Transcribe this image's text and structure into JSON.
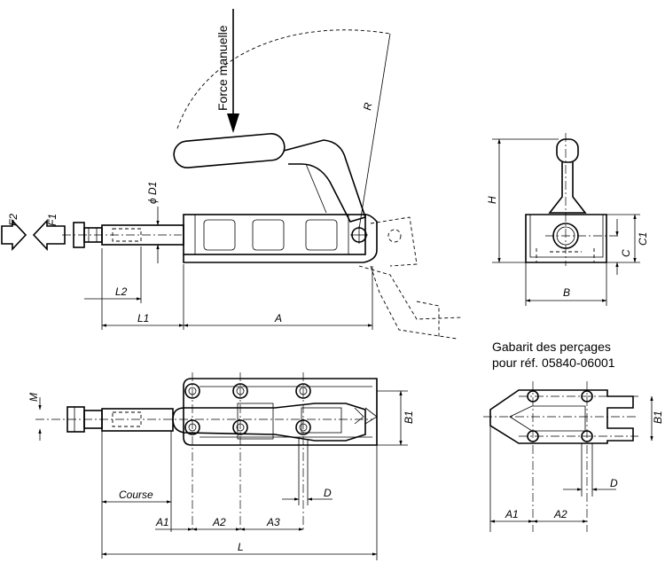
{
  "labels": {
    "force": "Force manuelle",
    "R": "R",
    "phiD1": "ϕ D1",
    "F2": "F2",
    "F1": "F1",
    "L2": "L2",
    "L1": "L1",
    "A": "A",
    "H": "H",
    "C": "C",
    "C1": "C1",
    "B": "B",
    "M": "M",
    "B1_main": "B1",
    "course": "Course",
    "D_main": "D",
    "A1_main": "A1",
    "A2_main": "A2",
    "A3": "A3",
    "L": "L",
    "drill_note_1": "Gabarit des perçages",
    "drill_note_2": "pour réf. 05840-06001",
    "B1_drill": "B1",
    "D_drill": "D",
    "A1_drill": "A1",
    "A2_drill": "A2"
  }
}
